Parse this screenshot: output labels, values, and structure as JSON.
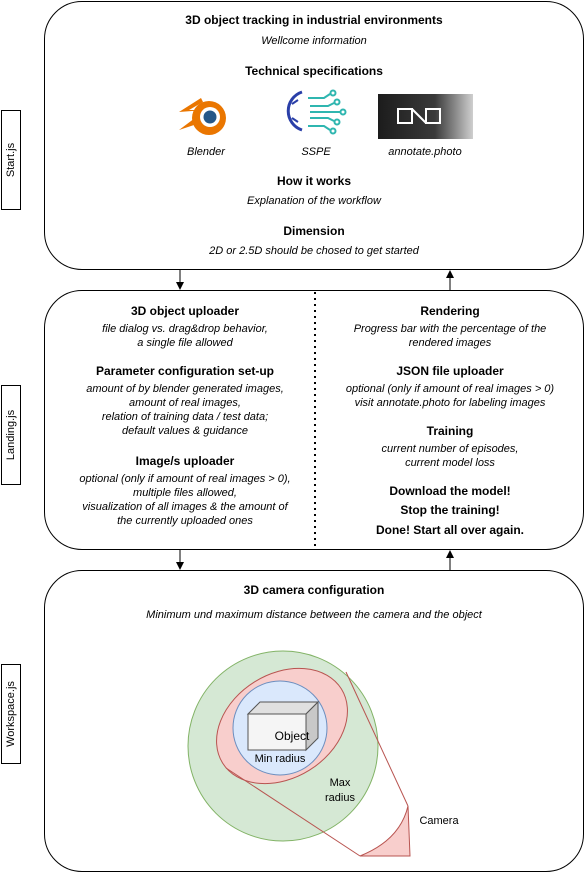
{
  "side_labels": {
    "start": "Start.js",
    "landing": "Landing.js",
    "workspace": "Workspace.js"
  },
  "start": {
    "title": "3D object tracking in industrial environments",
    "welcome": "Wellcome information",
    "tech_title": "Technical specifications",
    "logos": [
      "Blender",
      "SSPE",
      "annotate.photo"
    ],
    "how_title": "How it works",
    "how_text": "Explanation of the workflow",
    "dim_title": "Dimension",
    "dim_text": "2D or 2.5D should be chosed to get started"
  },
  "landing_left": {
    "uploader_title": "3D object uploader",
    "uploader_lines": [
      "file dialog vs. drag&drop behavior,",
      "a single file allowed"
    ],
    "param_title": "Parameter configuration set-up",
    "param_lines": [
      "amount of by blender generated images,",
      "amount of real images,",
      "relation of training data / test data;",
      "default values & guidance"
    ],
    "images_title": "Image/s uploader",
    "images_lines": [
      "optional (only if amount of real images > 0),",
      "multiple files allowed,",
      "visualization of all images & the amount of",
      "the currently uploaded ones"
    ]
  },
  "landing_right": {
    "render_title": "Rendering",
    "render_lines": [
      "Progress bar with the percentage of the",
      "rendered images"
    ],
    "json_title": "JSON file uploader",
    "json_lines": [
      "optional (only if amount of real images > 0)",
      "visit annotate.photo for labeling images"
    ],
    "training_title": "Training",
    "training_lines": [
      "current number of episodes,",
      "current model loss"
    ],
    "download": "Download the model!",
    "stop": "Stop the training!",
    "done": "Done! Start all over again."
  },
  "workspace": {
    "title": "3D camera configuration",
    "subtitle": "Minimum und maximum distance between the camera and the object",
    "object_label": "Object",
    "min_label": "Min radius",
    "max_label": [
      "Max",
      "radius"
    ],
    "camera_label": "Camera"
  },
  "colors": {
    "outer_circle": "#d5e8d4",
    "outer_stroke": "#82b366",
    "ellipse_fill": "#f8cecc",
    "ellipse_stroke": "#b85450",
    "inner_circle": "#dae8fc",
    "inner_stroke": "#6c8ebf"
  }
}
